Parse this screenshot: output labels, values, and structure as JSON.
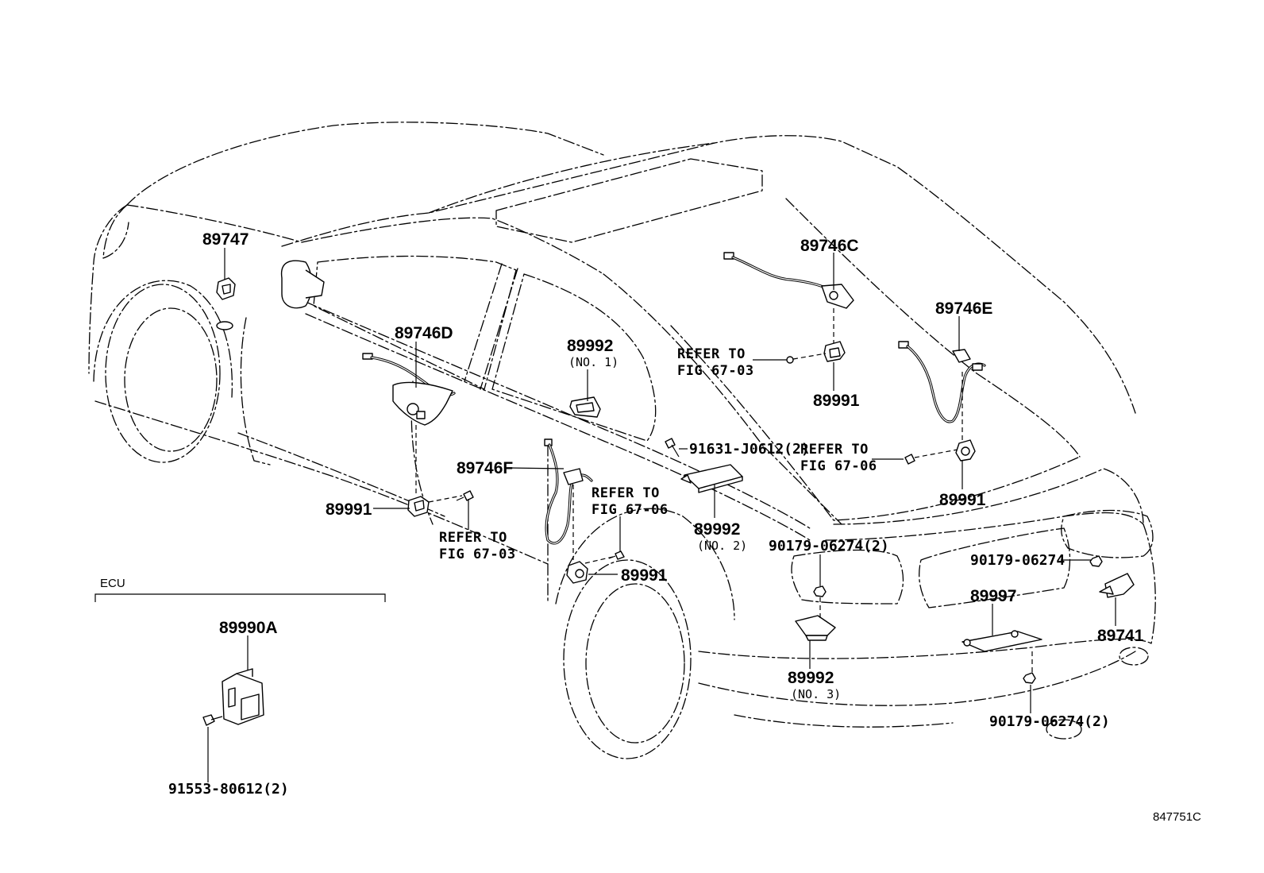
{
  "labels": {
    "p89747": "89747",
    "p89746C": "89746C",
    "p89746E": "89746E",
    "p89746D": "89746D",
    "p89746F": "89746F",
    "p89992_no1": "89992",
    "p89992_no1_sub": "(NO. 1)",
    "p89992_no2": "89992",
    "p89992_no2_sub": "(NO. 2)",
    "p89992_no3": "89992",
    "p89992_no3_sub": "(NO. 3)",
    "p89991_a": "89991",
    "p89991_b": "89991",
    "p89991_c": "89991",
    "p89991_d": "89991",
    "p91631": "91631-J0612(2)",
    "p90179_a": "90179-06274(2)",
    "p90179_b": "90179-06274",
    "p90179_c": "90179-06274(2)",
    "p89997": "89997",
    "p89741": "89741",
    "p89990A": "89990A",
    "p91553": "91553-80612(2)",
    "ecu": "ECU",
    "fig_code": "847751C"
  },
  "refs": {
    "r1_line1": "REFER TO",
    "r1_line2": "FIG 67-03",
    "r2_line1": "REFER TO",
    "r2_line2": "FIG 67-06",
    "r3_line1": "REFER TO",
    "r3_line2": "FIG 67-06",
    "r4_line1": "REFER TO",
    "r4_line2": "FIG 67-03"
  }
}
